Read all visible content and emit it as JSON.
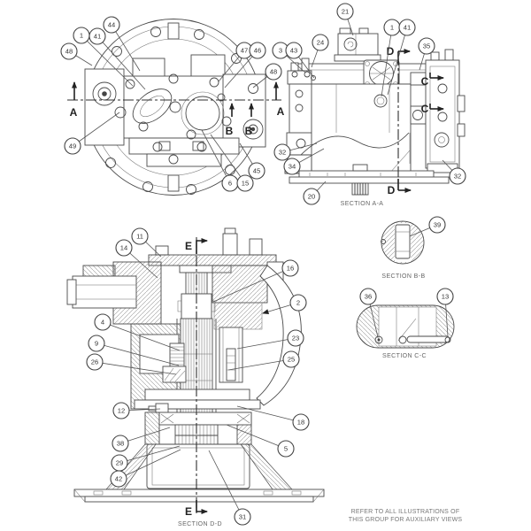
{
  "colors": {
    "line": "#4a4a4a",
    "balloon_stroke": "#444444",
    "label_text": "#666666"
  },
  "note": {
    "line1": "REFER TO ALL ILLUSTRATIONS OF",
    "line2": "THIS GROUP FOR AUXILIARY VIEWS"
  },
  "top_view": {
    "callouts": {
      "c1": "1",
      "c41": "41",
      "c44": "44",
      "c48l": "48",
      "c47": "47",
      "c46": "46",
      "c48r": "48",
      "c49": "49",
      "c45": "45",
      "c6": "6",
      "c15": "15"
    },
    "letters": {
      "a_left": "A",
      "a_right": "A",
      "b_left": "B",
      "b_right": "B"
    }
  },
  "section_aa": {
    "label": "SECTION A-A",
    "callouts": {
      "c21": "21",
      "c1": "1",
      "c41": "41",
      "c24": "24",
      "c3": "3",
      "c43": "43",
      "c35": "35",
      "c32l": "32",
      "c34": "34",
      "c20": "20",
      "c32r": "32"
    },
    "letters": {
      "d_top": "D",
      "d_bottom": "D",
      "c_top": "C",
      "c_bottom": "C"
    }
  },
  "section_bb": {
    "label": "SECTION B-B",
    "callouts": {
      "c39": "39"
    }
  },
  "section_cc": {
    "label": "SECTION C-C",
    "callouts": {
      "c36": "36",
      "c13": "13"
    }
  },
  "section_dd": {
    "label": "SECTION D-D",
    "callouts": {
      "c11": "11",
      "c14": "14",
      "c16": "16",
      "c2": "2",
      "c4": "4",
      "c9": "9",
      "c26": "26",
      "c23": "23",
      "c25": "25",
      "c12": "12",
      "c18": "18",
      "c38": "38",
      "c5": "5",
      "c29": "29",
      "c42": "42",
      "c31": "31"
    },
    "letters": {
      "e_top": "E",
      "e_bottom": "E"
    }
  }
}
